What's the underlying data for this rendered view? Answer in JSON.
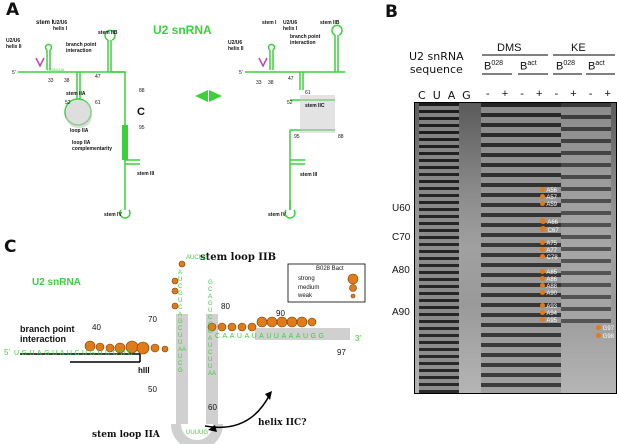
{
  "panels": {
    "a": "A",
    "b": "B",
    "c": "C"
  },
  "panelA": {
    "title": "U2 snRNA",
    "left": {
      "stem_i": "stem I",
      "helix_ii": "U2/U6\nhelix II",
      "helix_i": "U2/U6\nhelix I",
      "branch": "branch point\ninteraction",
      "stem_iib": "stem IIB",
      "stem_iia": "stem IIA",
      "loop_iia": "loop IIA",
      "c_label": "C",
      "loop_comp": "loop IIA\ncomplementarity",
      "stem_iii": "stem III",
      "stem_iv": "stem IV",
      "numbers": [
        "33",
        "38",
        "47",
        "52",
        "61",
        "88",
        "95"
      ],
      "five_prime": "5'",
      "seq": "GUAGUA"
    },
    "right": {
      "stem_i": "stem I",
      "helix_ii": "U2/U6\nhelix II",
      "helix_i": "U2/U6\nhelix I",
      "branch": "branch point\ninteraction",
      "stem_iib": "stem IIB",
      "stem_iic": "stem IIC",
      "stem_iii": "stem III",
      "stem_iv": "stem IV",
      "numbers": [
        "33",
        "38",
        "47",
        "52",
        "61",
        "88",
        "95"
      ],
      "five_prime": "5'"
    }
  },
  "panelB": {
    "row_label": "U2 snRNA\nsequence",
    "lanes": [
      "C",
      "U",
      "A",
      "G"
    ],
    "groups": [
      {
        "name": "DMS",
        "sub": [
          {
            "name": "B",
            "sup": "028"
          },
          {
            "name": "B",
            "sup": "act"
          }
        ]
      },
      {
        "name": "KE",
        "sub": [
          {
            "name": "B",
            "sup": "028"
          },
          {
            "name": "B",
            "sup": "act"
          }
        ]
      }
    ],
    "pm": [
      "-",
      "+",
      "-",
      "+",
      "-",
      "+",
      "-",
      "+"
    ],
    "markers": [
      "U60",
      "C70",
      "A80",
      "A90"
    ],
    "dms_labels": [
      "A56",
      "A57",
      "A59",
      "A66",
      "C67",
      "A75",
      "A77",
      "C78",
      "A85",
      "A86",
      "A88",
      "A90",
      "A93",
      "A94",
      "A95"
    ],
    "ke_labels": [
      "G97",
      "G98"
    ]
  },
  "panelC": {
    "title": "U2 snRNA",
    "stem_loop_iib": "stem loop IIB",
    "stem_loop_iia": "stem loop IIA",
    "branch": "branch point\ninteraction",
    "hiii": "hIII",
    "helix_iic": "helix IIC?",
    "numbers": [
      "40",
      "50",
      "60",
      "70",
      "80",
      "90",
      "97"
    ],
    "five_prime": "5'",
    "three_prime": "3'",
    "left_seq": "UGUAGUAUCUGUUCUU",
    "stem_left": "AUCGUCAGCUUAAUCG",
    "stem_right": "GCAGUCGGAUCUUAA",
    "loop_top": "AUCUG",
    "loop_bottom": "UUUUG",
    "right_seq": "CAAUAUAUUAAAUGG",
    "legend": {
      "header": "B028  Bact",
      "rows": [
        "strong",
        "medium",
        "weak"
      ]
    }
  },
  "colors": {
    "green": "#3bd13b",
    "orange": "#e07b1a",
    "highlight": "#c8c8c8"
  }
}
